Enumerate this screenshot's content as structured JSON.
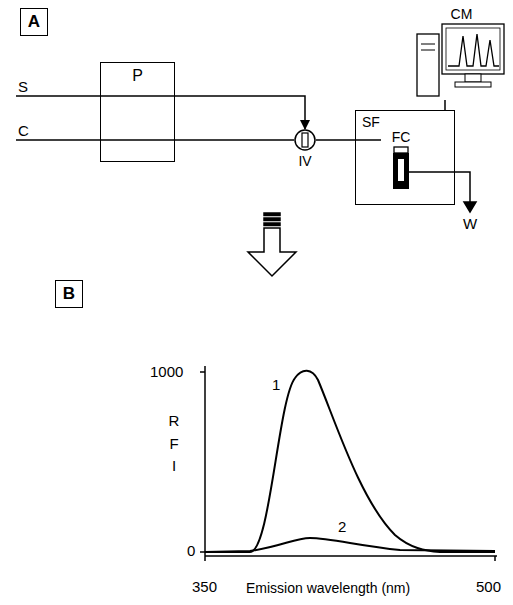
{
  "diagram": {
    "nodes": [
      {
        "text": [
          "A"
        ]
      },
      {
        "text": [
          "P"
        ]
      },
      {
        "text": [
          "IV"
        ]
      },
      {
        "text": [
          "SF"
        ]
      },
      {
        "text": [
          "FC"
        ],
        "in": 3
      },
      {
        "text": [
          "CM"
        ]
      },
      {
        "text": [
          "B"
        ]
      }
    ],
    "edges": [
      {
        "from": 1,
        "to": 2,
        "arrow": "to"
      },
      {
        "from": 1,
        "to": 2,
        "arrow": "none"
      },
      {
        "from": 2,
        "to": 4,
        "arrow": "none"
      },
      {
        "from": 3,
        "to": 5,
        "arrow": "none"
      }
    ],
    "labels": [
      "S",
      "C",
      "W",
      "R F I",
      "1000",
      "0",
      "350",
      "Emission wavelength (nm)",
      "500",
      "1",
      "2"
    ]
  }
}
